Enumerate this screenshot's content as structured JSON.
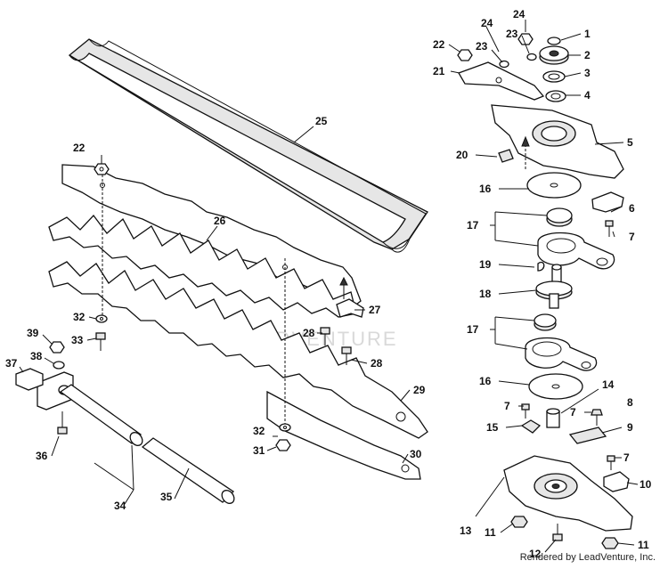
{
  "watermark": "LEADVENTURE",
  "footer": "Rendered by LeadVenture, Inc.",
  "callouts": [
    {
      "id": "1",
      "label": "1"
    },
    {
      "id": "2",
      "label": "2"
    },
    {
      "id": "3",
      "label": "3"
    },
    {
      "id": "4",
      "label": "4"
    },
    {
      "id": "5",
      "label": "5"
    },
    {
      "id": "6",
      "label": "6"
    },
    {
      "id": "7a",
      "label": "7"
    },
    {
      "id": "7b",
      "label": "7"
    },
    {
      "id": "7c",
      "label": "7"
    },
    {
      "id": "7d",
      "label": "7"
    },
    {
      "id": "8",
      "label": "8"
    },
    {
      "id": "9",
      "label": "9"
    },
    {
      "id": "10",
      "label": "10"
    },
    {
      "id": "11a",
      "label": "11"
    },
    {
      "id": "11b",
      "label": "11"
    },
    {
      "id": "12",
      "label": "12"
    },
    {
      "id": "13",
      "label": "13"
    },
    {
      "id": "14",
      "label": "14"
    },
    {
      "id": "15",
      "label": "15"
    },
    {
      "id": "16a",
      "label": "16"
    },
    {
      "id": "16b",
      "label": "16"
    },
    {
      "id": "17a",
      "label": "17"
    },
    {
      "id": "17b",
      "label": "17"
    },
    {
      "id": "18",
      "label": "18"
    },
    {
      "id": "19",
      "label": "19"
    },
    {
      "id": "20",
      "label": "20"
    },
    {
      "id": "21",
      "label": "21"
    },
    {
      "id": "22a",
      "label": "22"
    },
    {
      "id": "22b",
      "label": "22"
    },
    {
      "id": "23a",
      "label": "23"
    },
    {
      "id": "23b",
      "label": "23"
    },
    {
      "id": "24a",
      "label": "24"
    },
    {
      "id": "24b",
      "label": "24"
    },
    {
      "id": "25",
      "label": "25"
    },
    {
      "id": "26",
      "label": "26"
    },
    {
      "id": "27",
      "label": "27"
    },
    {
      "id": "28a",
      "label": "28"
    },
    {
      "id": "28b",
      "label": "28"
    },
    {
      "id": "29",
      "label": "29"
    },
    {
      "id": "30",
      "label": "30"
    },
    {
      "id": "31",
      "label": "31"
    },
    {
      "id": "32a",
      "label": "32"
    },
    {
      "id": "32b",
      "label": "32"
    },
    {
      "id": "33",
      "label": "33"
    },
    {
      "id": "34",
      "label": "34"
    },
    {
      "id": "35",
      "label": "35"
    },
    {
      "id": "36",
      "label": "36"
    },
    {
      "id": "37",
      "label": "37"
    },
    {
      "id": "38",
      "label": "38"
    },
    {
      "id": "39",
      "label": "39"
    }
  ]
}
